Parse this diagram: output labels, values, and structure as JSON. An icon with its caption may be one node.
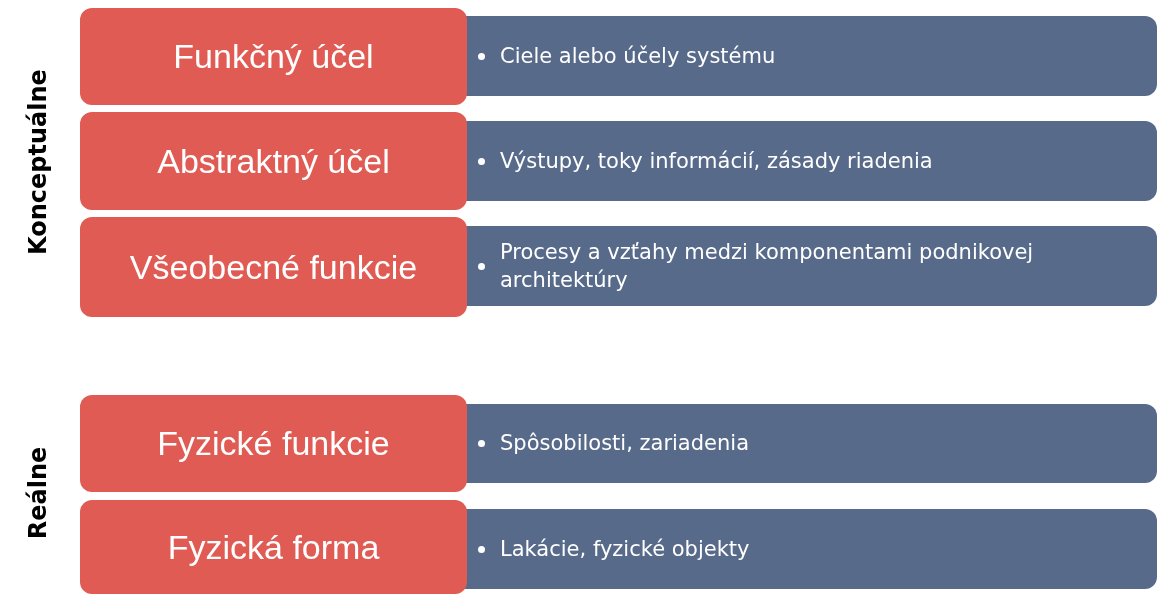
{
  "diagram": {
    "nodes": [
      {
        "text": [
          "Funkčný účel"
        ]
      },
      {
        "text": [
          "Ciele alebo účely systému"
        ]
      },
      {
        "text": [
          "Abstraktný účel"
        ]
      },
      {
        "text": [
          "Výstupy, toky informácií, zásady riadenia"
        ]
      },
      {
        "text": [
          "Všeobecné funkcie"
        ]
      },
      {
        "text": [
          "Procesy a vzťahy medzi komponentami podnikovej architektúry"
        ]
      },
      {
        "text": [
          "Fyzické funkcie"
        ]
      },
      {
        "text": [
          "Spôsobilosti, zariadenia"
        ]
      },
      {
        "text": [
          "Fyzická forma"
        ]
      },
      {
        "text": [
          "Lakácie, fyzické objekty"
        ]
      }
    ],
    "edges": [],
    "labels": [
      "Konceptuálne",
      "Reálne"
    ]
  }
}
